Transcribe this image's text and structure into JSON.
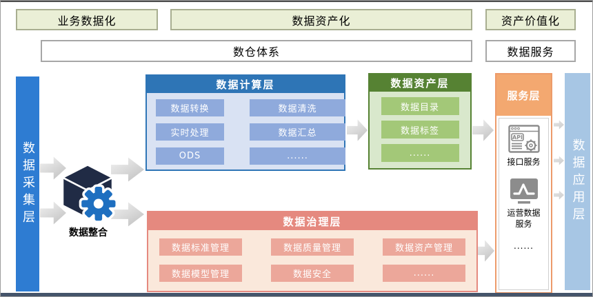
{
  "top_row": {
    "items": [
      {
        "label": "业务数据化"
      },
      {
        "label": "数据资产化"
      },
      {
        "label": "资产价值化"
      }
    ]
  },
  "second_row": {
    "items": [
      {
        "label": "数仓体系"
      },
      {
        "label": "数据服务"
      }
    ]
  },
  "left_bar": {
    "label": "数据采集层"
  },
  "integration": {
    "label": "数据整合",
    "icon": "cube-gear-icon"
  },
  "compute_layer": {
    "title": "数据计算层",
    "cells": [
      "数据转换",
      "数据清洗",
      "实时处理",
      "数据汇总",
      "ODS",
      "......"
    ]
  },
  "asset_layer": {
    "title": "数据资产层",
    "cells": [
      "数据目录",
      "数据标签",
      "......"
    ]
  },
  "service_layer": {
    "title": "服务层",
    "api_icon_text": "API",
    "items": [
      {
        "icon": "api-icon",
        "label": "接口服务"
      },
      {
        "icon": "monitor-chart-icon",
        "label_line1": "运营数据",
        "label_line2": "服务"
      }
    ],
    "more": "......"
  },
  "app_bar": {
    "label": "数据应用层"
  },
  "governance_layer": {
    "title": "数据治理层",
    "cells": [
      "数据标准管理",
      "数据质量管理",
      "数据资产管理",
      "数据模型管理",
      "数据安全",
      "......"
    ]
  },
  "colors": {
    "top_box_fill": "#EAEFD6",
    "top_box_border": "#A8AE90",
    "white_box_border": "#A6A6A6",
    "collect_bar": "#2E7CD2",
    "compute_header": "#2E75B6",
    "compute_body": "#D9E2F3",
    "compute_cell": "#8FAADC",
    "asset_header": "#568233",
    "asset_body": "#D9E8CC",
    "asset_cell": "#A3C878",
    "service_border": "#ED9B6A",
    "service_header": "#F3A870",
    "app_bar": "#A7C6E4",
    "governance_header": "#E5897F",
    "governance_body": "#FAE8DB",
    "governance_cell": "#ECA79A",
    "cube": "#202B45",
    "gear": "#1E6FC0",
    "arrow_gray": "#C9C9C9",
    "bottom_strip": "#44546A"
  }
}
